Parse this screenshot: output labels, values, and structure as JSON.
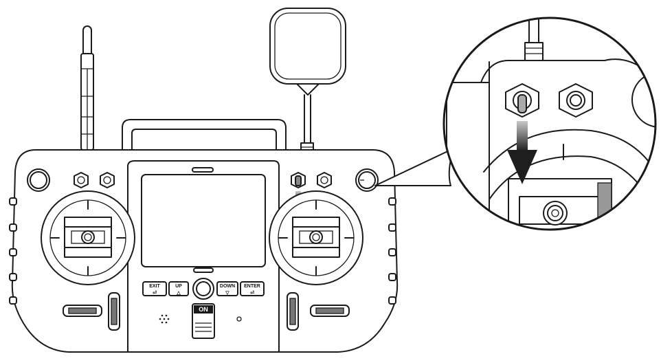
{
  "buttons": {
    "exit": {
      "label": "EXIT",
      "symbol": "⏎"
    },
    "up": {
      "label": "UP",
      "symbol": "△"
    },
    "down": {
      "label": "DOWN",
      "symbol": "▽"
    },
    "enter": {
      "label": "ENTER",
      "symbol": "⏎"
    }
  },
  "power_switch": {
    "label": "ON"
  },
  "colors": {
    "line": "#1a1a1a",
    "background": "#ffffff",
    "arrow_dark": "#222222",
    "arrow_light": "#bbbbbb"
  },
  "icons": [
    "antenna-icon",
    "panel-antenna-icon",
    "toggle-switch-icon",
    "arrow-down-icon",
    "gimbal-icon",
    "speaker-icon"
  ]
}
